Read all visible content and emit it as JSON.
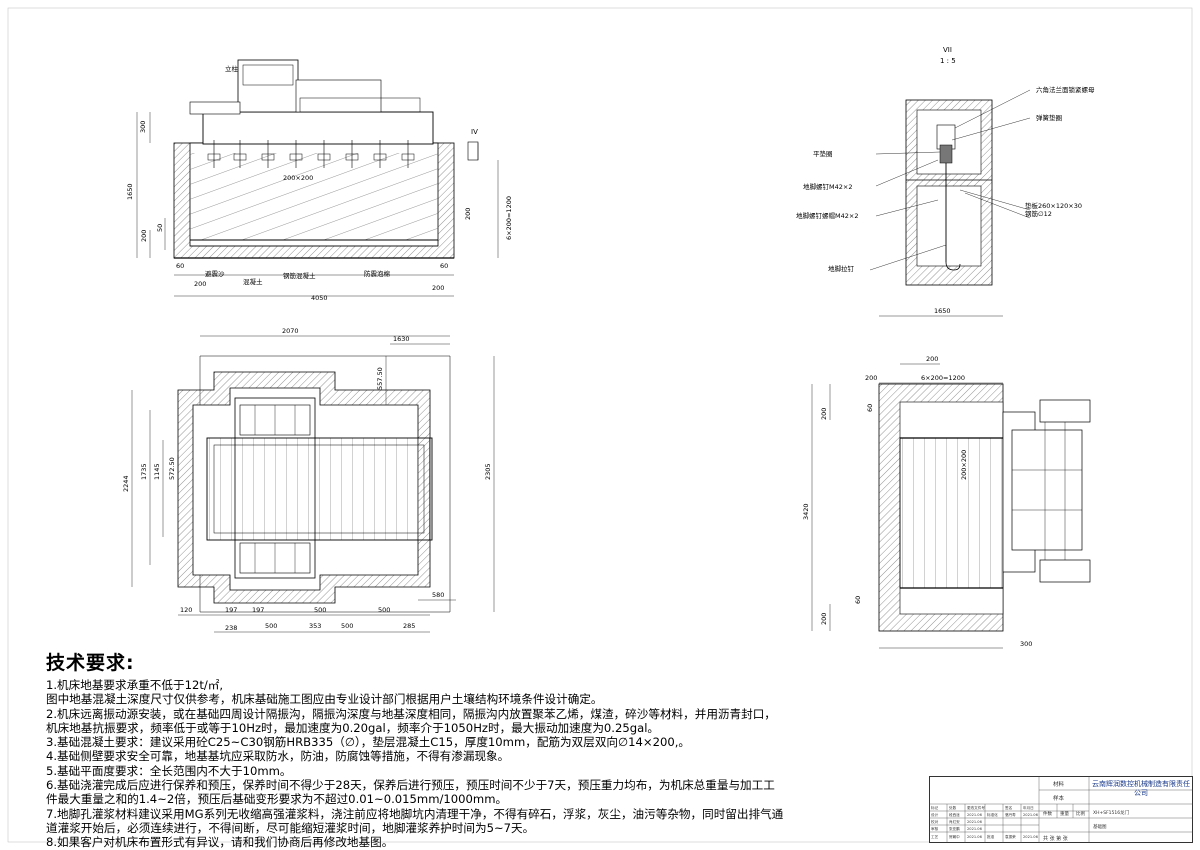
{
  "elevation_view": {
    "column_label": "立柱",
    "section_mark": "IV",
    "dims": {
      "top_offset": "300",
      "depth": "1650",
      "pad_200": "200",
      "pad_50": "50",
      "grid": "200×200",
      "right_200": "200",
      "piles": "6×200=1200",
      "bottom_60a": "60",
      "bottom_60b": "60",
      "bottom_200a": "200",
      "bottom_200b": "200",
      "overall": "4050"
    },
    "layers": {
      "sand": "避震沙",
      "concrete": "混凝土",
      "rebar": "钢筋混凝土",
      "foam": "防震泡棉"
    }
  },
  "detail_view": {
    "title": "VII",
    "scale": "1 : 5",
    "callouts": {
      "hex_nut": "六角法兰面锁紧螺母",
      "spring_washer": "弹簧垫圈",
      "flat_washer": "平垫圈",
      "anchor_nut": "地脚螺钉M42×2",
      "pad_plate": "垫板260×120×30",
      "rebar": "钢筋∅12",
      "anchor_screw_nut": "地脚螺钉螺帽M42×2",
      "anchor_rod": "地脚拉钉"
    }
  },
  "plan_view": {
    "dims": {
      "top_width": "2070",
      "top_right": "1630",
      "right_offset": "557.50",
      "height_left": "2244",
      "h1": "1735",
      "h2": "1145",
      "h3": "572.50",
      "height_right": "2305",
      "b120": "120",
      "b197a": "197",
      "b197b": "197",
      "b500a": "500",
      "b500b": "500",
      "b238": "238",
      "b500c": "500",
      "b353": "353",
      "b500d": "500",
      "b285": "285",
      "b580": "580"
    }
  },
  "side_view": {
    "dims": {
      "width": "1650",
      "inner": "200",
      "left200": "200",
      "piles": "6×200=1200",
      "side200": "200",
      "sixty": "60",
      "grid": "200×200",
      "height": "3420",
      "bottom200": "200",
      "bottom60": "60",
      "bottom300": "300"
    }
  },
  "requirements": {
    "title": "技术要求:",
    "lines": [
      "1.机床地基要求承重不低于12t/㎡,",
      "图中地基混凝土深度尺寸仅供参考，机床基础施工图应由专业设计部门根据用户土壤结构环境条件设计确定。",
      "2.机床远离振动源安装，或在基础四周设计隔振沟，隔振沟深度与地基深度相同，隔振沟内放置聚苯乙烯，煤渣，碎沙等材料，并用沥青封口，",
      "机床地基抗振要求，频率低于或等于10Hz时，最加速度为0.20gal，频率介于1050Hz时，最大振动加速度为0.25gal。",
      "3.基础混凝土要求：建议采用砼C25~C30钢筋HRB335（∅），垫层混凝土C15，厚度10mm，配筋为双层双向∅14×200,。",
      "4.基础侧壁要求安全可靠，地基基坑应采取防水，防油，防腐蚀等措施，不得有渗漏现象。",
      "5.基础平面度要求：全长范围内不大于10mm。",
      "6.基础浇灌完成后应进行保养和预压，保养时间不得少于28天，保养后进行预压，预压时间不少于7天，预压重力均布，为机床总重量与加工工",
      "件最大重量之和的1.4~2倍，预压后基础变形要求为不超过0.01~0.015mm/1000mm。",
      "7.地脚孔灌浆材料建议采用MG系列无收缩高强灌浆料，浇注前应将地脚坑内清理干净，不得有碎石，浮浆，灰尘，油污等杂物，同时留出排气通",
      "道灌浆开始后，必须连续进行，不得间断，尽可能缩短灌浆时间，地脚灌浆养护时间为5~7天。",
      "8.如果客户对机床布置形式有异议，请和我们协商后再修改地基图。"
    ]
  },
  "title_block": {
    "material_label": "材料",
    "company": "云南辉润数控机械制造有限责任公司",
    "sample": "样本",
    "part_no": "件数",
    "weight": "重量",
    "scale": "比例",
    "drawing_no": "XH+SF1516龙门",
    "drawing_name": "基础图",
    "sheet_info": "共 张  第 张",
    "rows": [
      [
        "标记",
        "处数",
        "更改文件号",
        "签名",
        "年月日"
      ],
      [
        "设计",
        "段西淦",
        "2021.06",
        "标准化",
        "骆丹寿",
        "2021.06"
      ],
      [
        "校对",
        "肖红安",
        "2021.06"
      ],
      [
        "审核",
        "张亚鹏",
        "2021.06"
      ],
      [
        "工艺",
        "贺朝中",
        "2021.06",
        "批准",
        "袁振荣",
        "2021.06"
      ]
    ]
  }
}
